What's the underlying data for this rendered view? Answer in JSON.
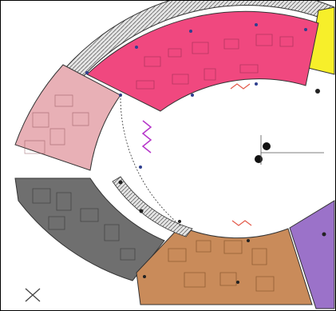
{
  "plan": {
    "zones": [
      {
        "id": "hatched",
        "color": "#c9c9c9"
      },
      {
        "id": "yellow",
        "color": "#f7ef2a"
      },
      {
        "id": "magenta",
        "color": "#f0487f"
      },
      {
        "id": "pink",
        "color": "#e8b0b6"
      },
      {
        "id": "dark-gray",
        "color": "#6f6f6f"
      },
      {
        "id": "brown",
        "color": "#c98b5a"
      },
      {
        "id": "purple",
        "color": "#9b72c9"
      }
    ],
    "outline_color": "#2f3f8f",
    "node_color": "#222222"
  },
  "controls": {
    "close_icon": "close-icon"
  }
}
